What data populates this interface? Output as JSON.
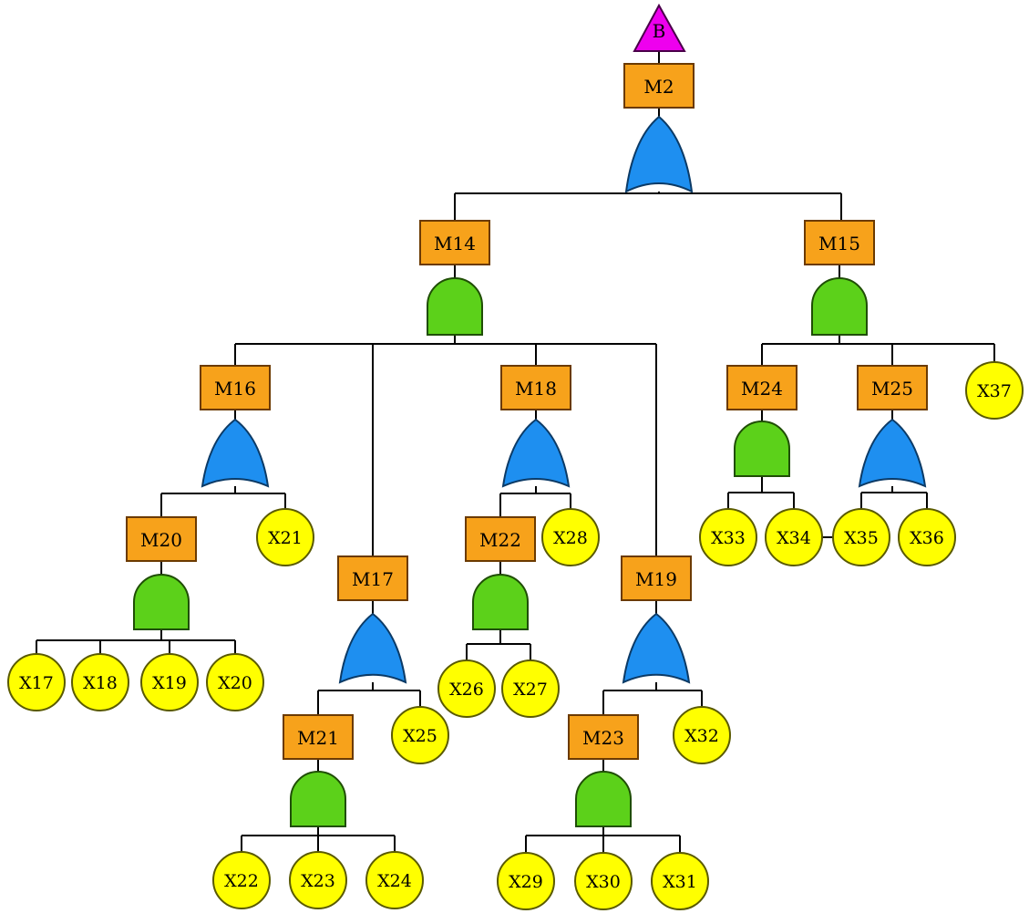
{
  "top": {
    "label": "B"
  },
  "events": [
    {
      "id": "M2",
      "label": "M2",
      "gate": "or"
    },
    {
      "id": "M14",
      "label": "M14",
      "gate": "and"
    },
    {
      "id": "M15",
      "label": "M15",
      "gate": "and"
    },
    {
      "id": "M16",
      "label": "M16",
      "gate": "or"
    },
    {
      "id": "M17",
      "label": "M17",
      "gate": "or"
    },
    {
      "id": "M18",
      "label": "M18",
      "gate": "or"
    },
    {
      "id": "M19",
      "label": "M19",
      "gate": "or"
    },
    {
      "id": "M20",
      "label": "M20",
      "gate": "and"
    },
    {
      "id": "M21",
      "label": "M21",
      "gate": "and"
    },
    {
      "id": "M22",
      "label": "M22",
      "gate": "and"
    },
    {
      "id": "M23",
      "label": "M23",
      "gate": "and"
    },
    {
      "id": "M24",
      "label": "M24",
      "gate": "and"
    },
    {
      "id": "M25",
      "label": "M25",
      "gate": "or"
    }
  ],
  "basic_events": [
    "X17",
    "X18",
    "X19",
    "X20",
    "X21",
    "X22",
    "X23",
    "X24",
    "X25",
    "X26",
    "X27",
    "X28",
    "X29",
    "X30",
    "X31",
    "X32",
    "X33",
    "X34",
    "X35",
    "X36",
    "X37"
  ],
  "edges": {
    "B": [
      "M2"
    ],
    "M2": [
      "M14",
      "M15"
    ],
    "M14": [
      "M16",
      "M17",
      "M18",
      "M19"
    ],
    "M15": [
      "M24",
      "M25",
      "X37"
    ],
    "M16": [
      "M20",
      "X21"
    ],
    "M17": [
      "M21",
      "X25"
    ],
    "M18": [
      "M22",
      "X28"
    ],
    "M19": [
      "M23",
      "X32"
    ],
    "M20": [
      "X17",
      "X18",
      "X19",
      "X20"
    ],
    "M21": [
      "X22",
      "X23",
      "X24"
    ],
    "M22": [
      "X26",
      "X27"
    ],
    "M23": [
      "X29",
      "X30",
      "X31"
    ],
    "M24": [
      "X33",
      "X34"
    ],
    "M25": [
      "X35",
      "X36"
    ]
  },
  "colors": {
    "event_box": "#f7a21b",
    "basic_event": "#ffff00",
    "or_gate": "#1e8ff0",
    "and_gate": "#5cd11a",
    "top_triangle": "#ee00ee"
  }
}
